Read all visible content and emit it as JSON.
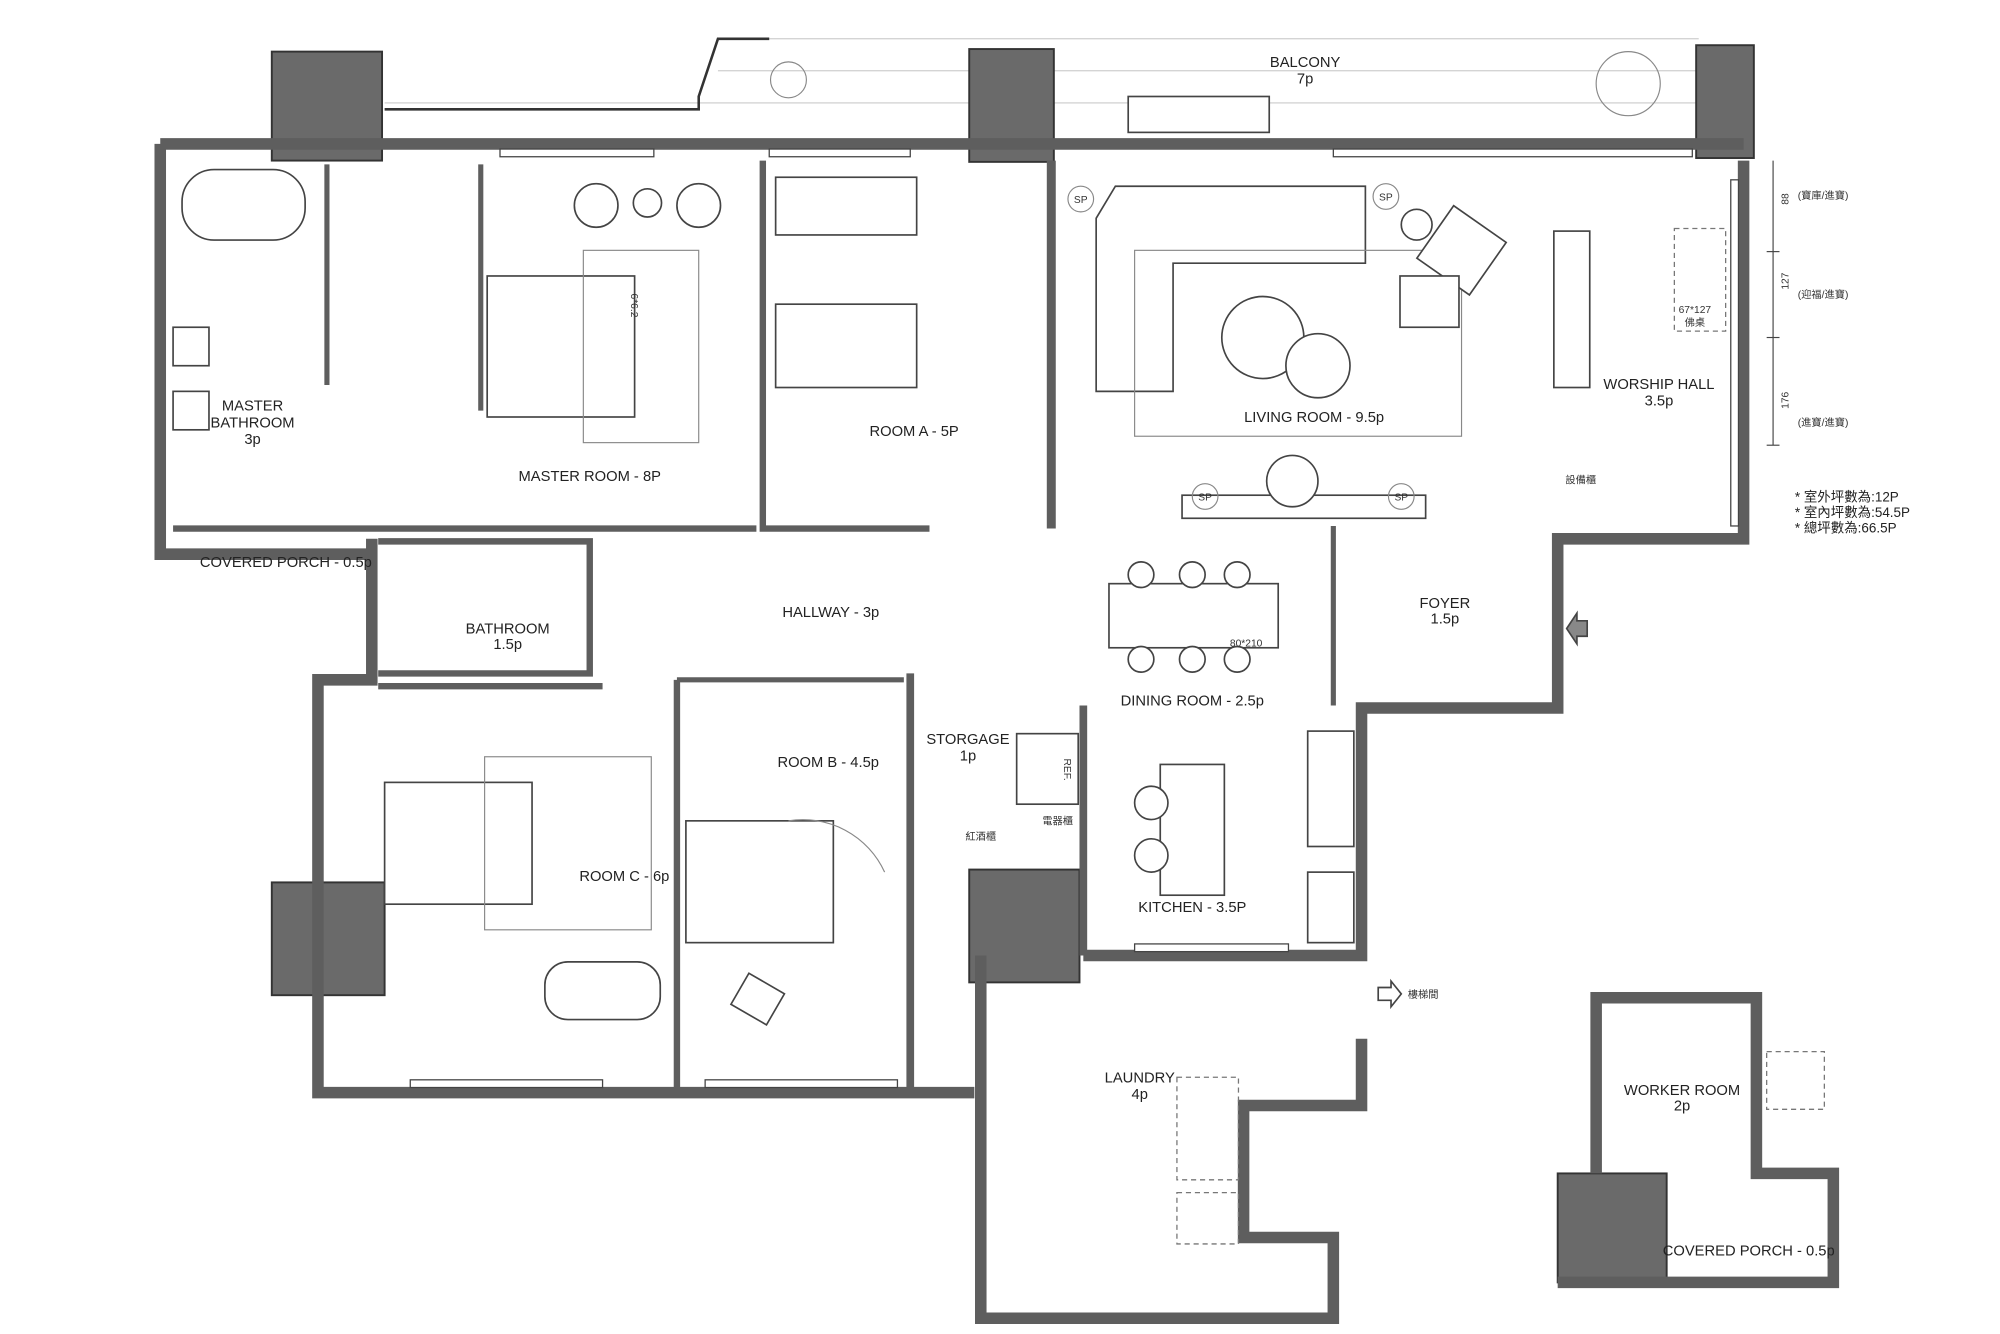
{
  "rooms": {
    "balcony": {
      "name": "BALCONY",
      "size": "7p"
    },
    "master_bathroom": {
      "name1": "MASTER",
      "name2": "BATHROOM",
      "size": "3p"
    },
    "master_room": {
      "label": "MASTER ROOM - 8P"
    },
    "room_a": {
      "label": "ROOM A - 5P"
    },
    "living_room": {
      "label": "LIVING ROOM - 9.5p"
    },
    "worship_hall": {
      "name": "WORSHIP HALL",
      "size": "3.5p"
    },
    "covered_porch_main": {
      "label": "COVERED PORCH - 0.5p"
    },
    "bathroom": {
      "name": "BATHROOM",
      "size": "1.5p"
    },
    "hallway": {
      "label": "HALLWAY - 3p"
    },
    "foyer": {
      "name": "FOYER",
      "size": "1.5p"
    },
    "dining_room": {
      "label": "DINING ROOM - 2.5p"
    },
    "storage": {
      "name": "STORGAGE",
      "size": "1p"
    },
    "room_b": {
      "label": "ROOM B - 4.5p"
    },
    "room_c": {
      "label": "ROOM C - 6p"
    },
    "kitchen": {
      "label": "KITCHEN - 3.5P"
    },
    "laundry": {
      "name": "LAUNDRY",
      "size": "4p"
    },
    "worker_room": {
      "name": "WORKER ROOM",
      "size": "2p"
    },
    "covered_porch_worker": {
      "label": "COVERED PORCH - 0.5p"
    }
  },
  "annotations": {
    "bed_size": "6*6.2",
    "dining_table_size": "80*210",
    "altar_size": "67*127",
    "altar_label": "佛桌",
    "equipment_cabinet": "設備櫃",
    "appliance_cabinet": "電器櫃",
    "wine_cabinet": "紅酒櫃",
    "refrigerator": "REF.",
    "stairwell": "樓梯間",
    "speaker": "SP"
  },
  "dimensions": [
    {
      "value": "88",
      "note": "(寶庫/進寶)"
    },
    {
      "value": "127",
      "note": "(迎福/進寶)"
    },
    {
      "value": "176",
      "note": "(進寶/進寶)"
    }
  ],
  "area_notes": [
    "* 室外坪數為:12P",
    "* 室內坪數為:54.5P",
    "* 總坪數為:66.5P"
  ],
  "colors": {
    "column": "#6a6a6a",
    "wall": "#5e5e5e",
    "line": "#333333"
  }
}
